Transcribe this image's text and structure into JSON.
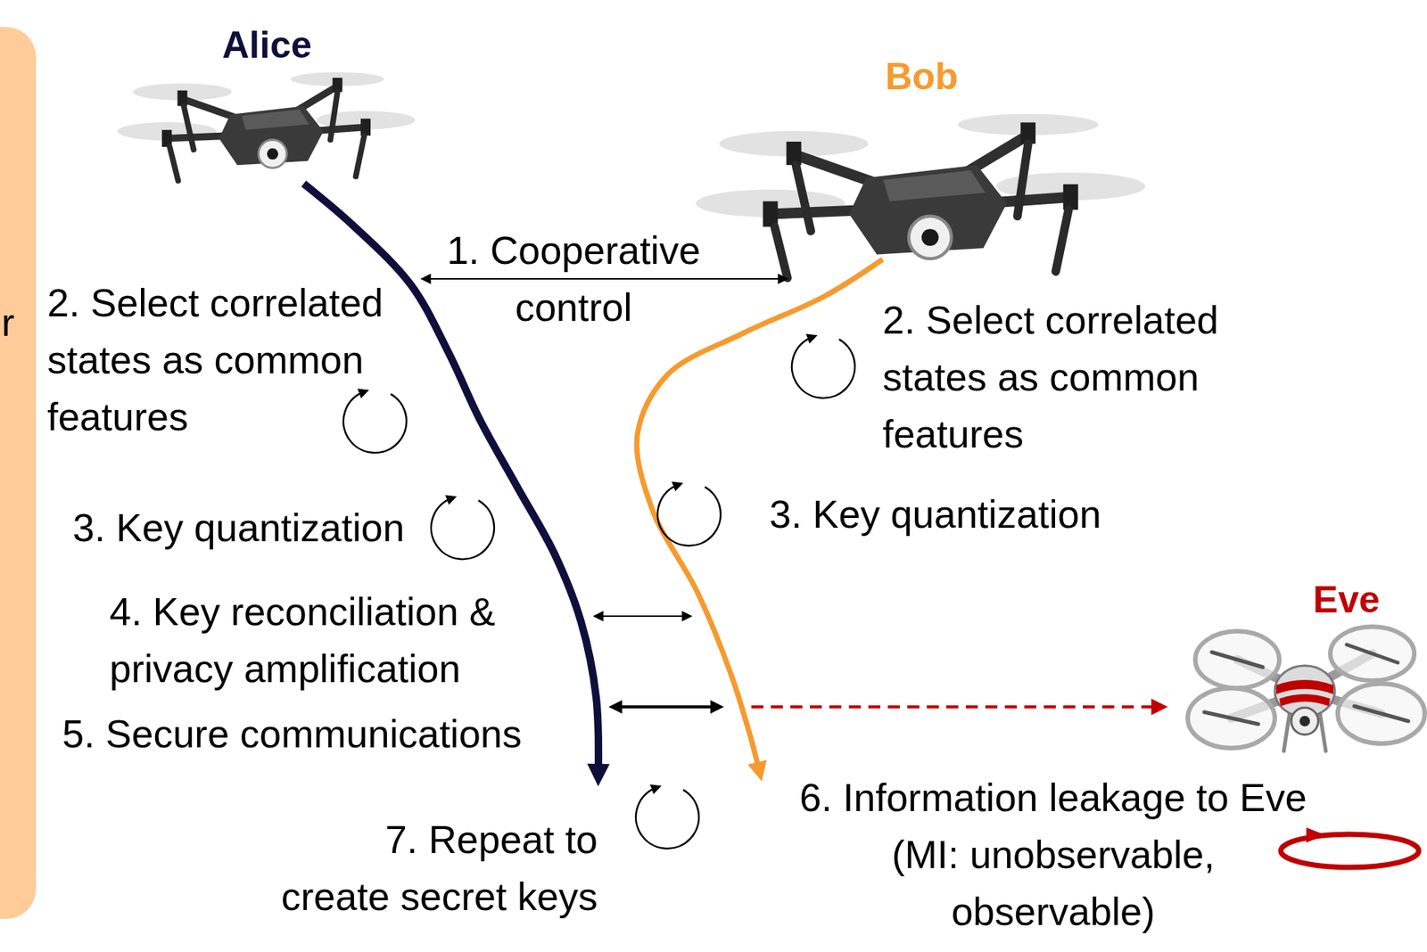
{
  "diagram": {
    "nodes": [
      {
        "text": [
          "Alice"
        ]
      },
      {
        "text": [
          "Bob"
        ]
      },
      {
        "text": [
          "Eve"
        ]
      }
    ],
    "labels": [
      "r",
      "1. Cooperative control",
      "2. Select correlated states as common features",
      "2. Select correlated states as common features",
      "3. Key quantization",
      "3. Key quantization",
      "4. Key reconciliation & privacy amplification",
      "5. Secure communications",
      "6. Information leakage to Eve (MI: unobservable, observable)",
      "7. Repeat to create secret keys"
    ]
  }
}
